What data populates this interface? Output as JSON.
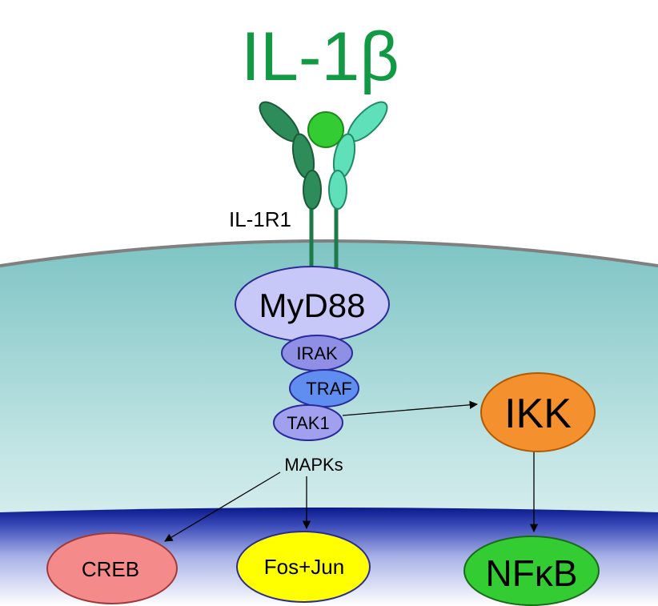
{
  "title": "IL-1β",
  "receptor_label": "IL-1R1",
  "proteins": {
    "myd88": "MyD88",
    "irak": "IRAK",
    "traf": "TRAF",
    "tak1": "TAK1",
    "mapks": "MAPKs",
    "ikk": "IKK",
    "creb": "CREB",
    "fos_jun": "Fos+Jun",
    "nfkb": "NFκB"
  },
  "colors": {
    "title": "#119944",
    "receptor_dark": "#2e8b5a",
    "receptor_light": "#5fe0b8",
    "ligand": "#33cc33",
    "myd88": "#c8c8f8",
    "irak": "#8f8fe6",
    "traf": "#5f8ef0",
    "tak1": "#a0a0ee",
    "ikk": "#f5902e",
    "creb": "#f58a8a",
    "fos_jun": "#ffff00",
    "nfkb": "#33cc33"
  }
}
